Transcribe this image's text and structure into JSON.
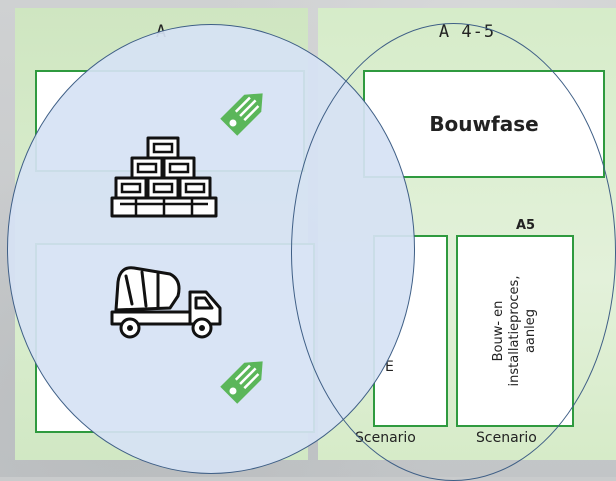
{
  "panels": {
    "left": {
      "header": "A"
    },
    "middle": {
      "header": "A 4-5",
      "phase_title": "Bouwfase",
      "a4_label": "",
      "a4_partial_text": "E",
      "a5_label": "A5",
      "a5_box_text_line1": "Bouw- en",
      "a5_box_text_line2": "installatieproces,",
      "a5_box_text_line3": "aanleg",
      "scenario_a4": "Scenario",
      "scenario_a5": "Scenario"
    }
  },
  "icons": [
    "stacked-blocks-icon",
    "cement-mixer-truck-icon",
    "price-tag-icon",
    "price-tag-icon"
  ],
  "colors": {
    "panel_green": "#d6ecc9",
    "box_border": "#2f9a3f",
    "circle_fill": "#d6e2f4",
    "circle_stroke": "#3f5f86",
    "tag_green": "#5bb65a"
  }
}
